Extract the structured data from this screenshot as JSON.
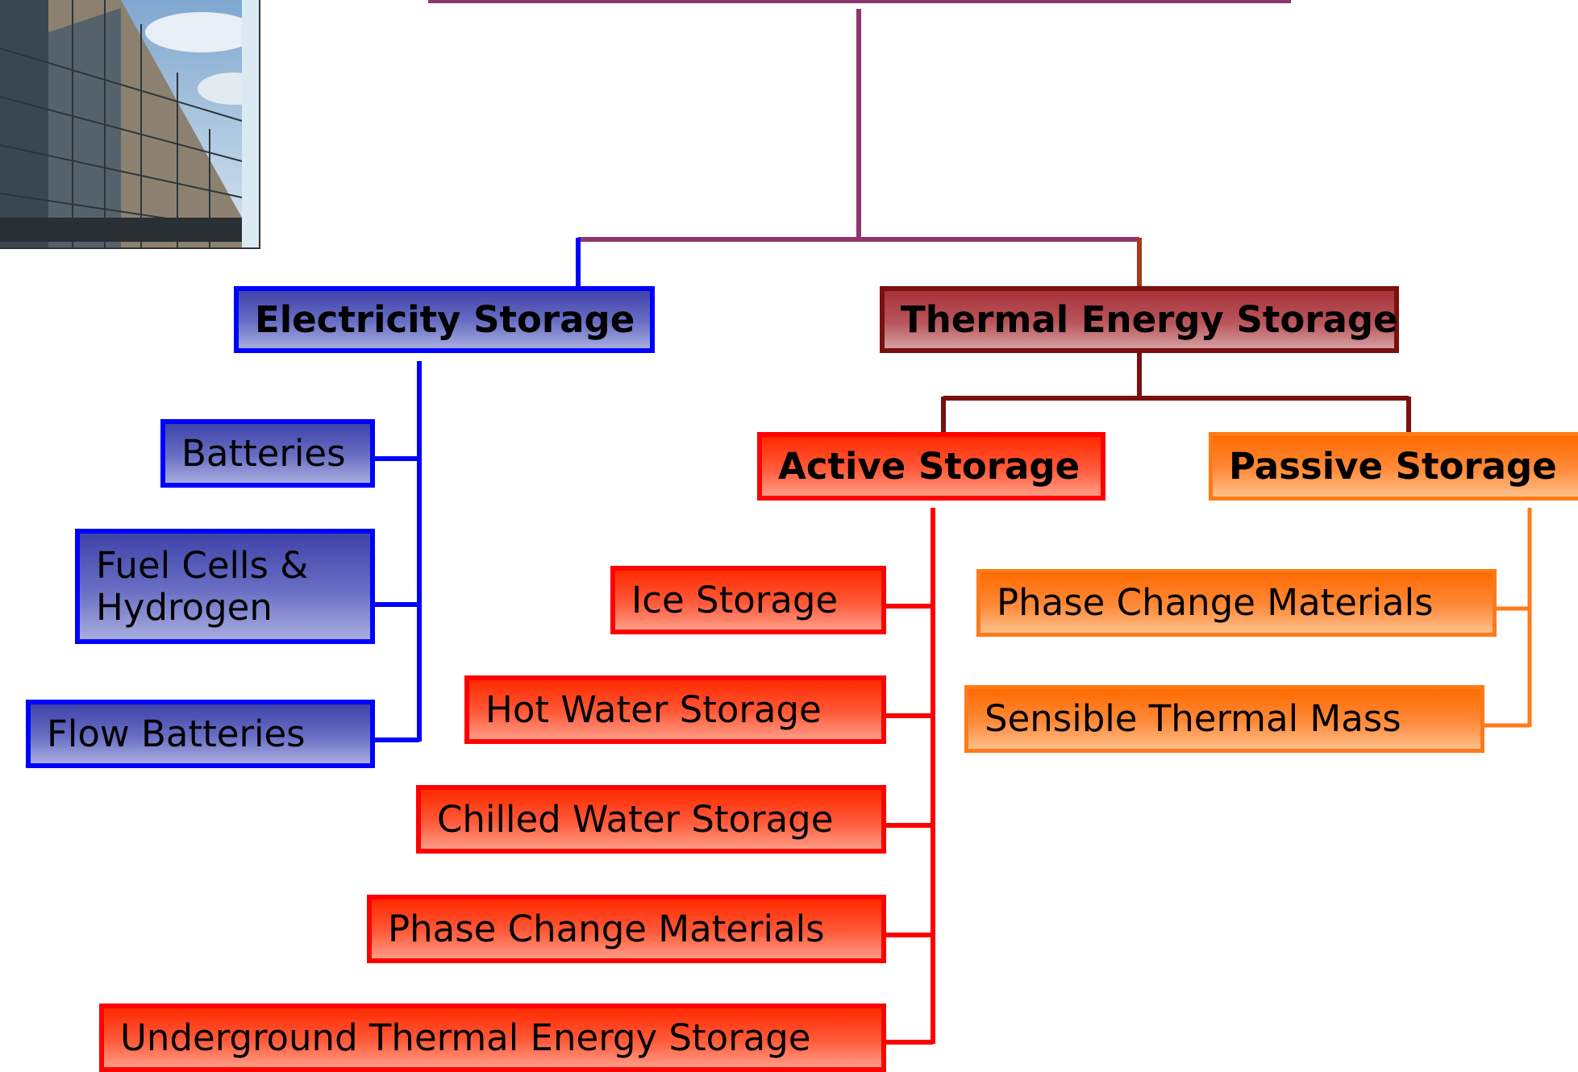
{
  "colors": {
    "electricity": "#0000ff",
    "thermal": "#7a1010",
    "active": "#ff0000",
    "passive": "#ff7a18",
    "root_connector": "#8e3570"
  },
  "photo": {
    "icon": "building-photo"
  },
  "tree": {
    "electricity": {
      "label": "Electricity Storage",
      "children": [
        "Batteries",
        "Fuel Cells & Hydrogen",
        "Flow Batteries"
      ]
    },
    "thermal": {
      "label": "Thermal Energy Storage",
      "active": {
        "label": "Active Storage",
        "children": [
          "Ice Storage",
          "Hot Water Storage",
          "Chilled Water Storage",
          "Phase Change Materials",
          "Underground Thermal Energy Storage"
        ]
      },
      "passive": {
        "label": "Passive Storage",
        "children": [
          "Phase Change Materials",
          "Sensible Thermal Mass"
        ]
      }
    }
  }
}
